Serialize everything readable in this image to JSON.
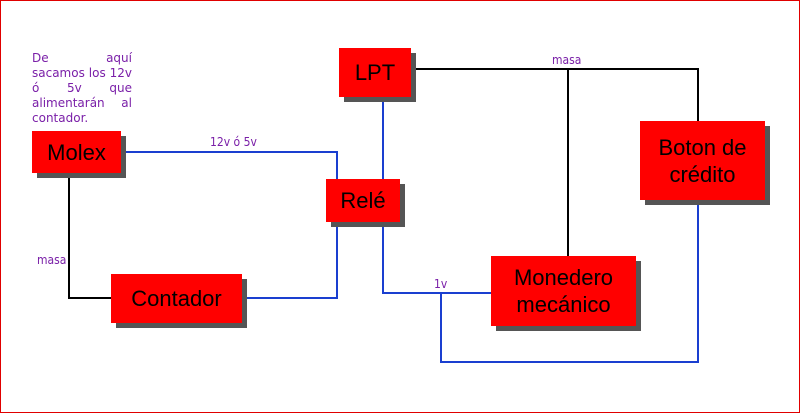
{
  "components": {
    "lpt": "LPT",
    "molex": "Molex",
    "rele": "Relé",
    "contador": "Contador",
    "monedero": "Monedero mecánico",
    "boton": "Boton de crédito"
  },
  "labels": {
    "note": "De aquí sacamos los 12v ó 5v que alimentarán al contador.",
    "power": "12v ó 5v",
    "masa_top": "masa",
    "masa_left": "masa",
    "one_volt": "1v"
  },
  "colors": {
    "box": "#ff0000",
    "shadow": "#555555",
    "ground_wire": "#000000",
    "signal_wire": "#1a3fd0",
    "label": "#7a1fa8",
    "border": "#e00000"
  }
}
